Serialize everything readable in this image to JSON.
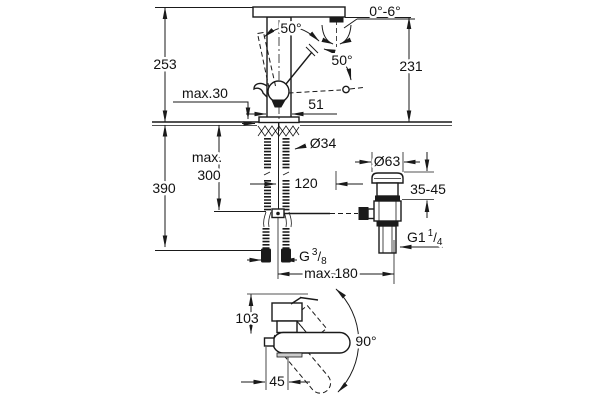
{
  "drawing": {
    "top_view": {
      "height_total": "253",
      "height_to_spout": "231",
      "aerator_angle": "0°-6°",
      "lever_angle_upper": "50°",
      "lever_angle_lower": "50°",
      "deck_thickness_max": "max.30",
      "base_depth": "51",
      "mounting_hole_dia": "Ø34",
      "hose_reach_max_line1": "max.",
      "hose_reach_max_line2": "300",
      "depth_below_total": "390",
      "rod_length": "120",
      "waste_flange_dia": "Ø63",
      "waste_deck_range": "35-45",
      "hose_thread": {
        "base": "G",
        "sup": "3",
        "slash": "/",
        "sub": "8"
      },
      "waste_thread": {
        "base": "G1",
        "sup": "1",
        "slash": "/",
        "sub": "4"
      },
      "rod_span_max": "max.180"
    },
    "bottom_view": {
      "body_height": "103",
      "swivel_range": "90°",
      "spout_offset": "45"
    }
  }
}
